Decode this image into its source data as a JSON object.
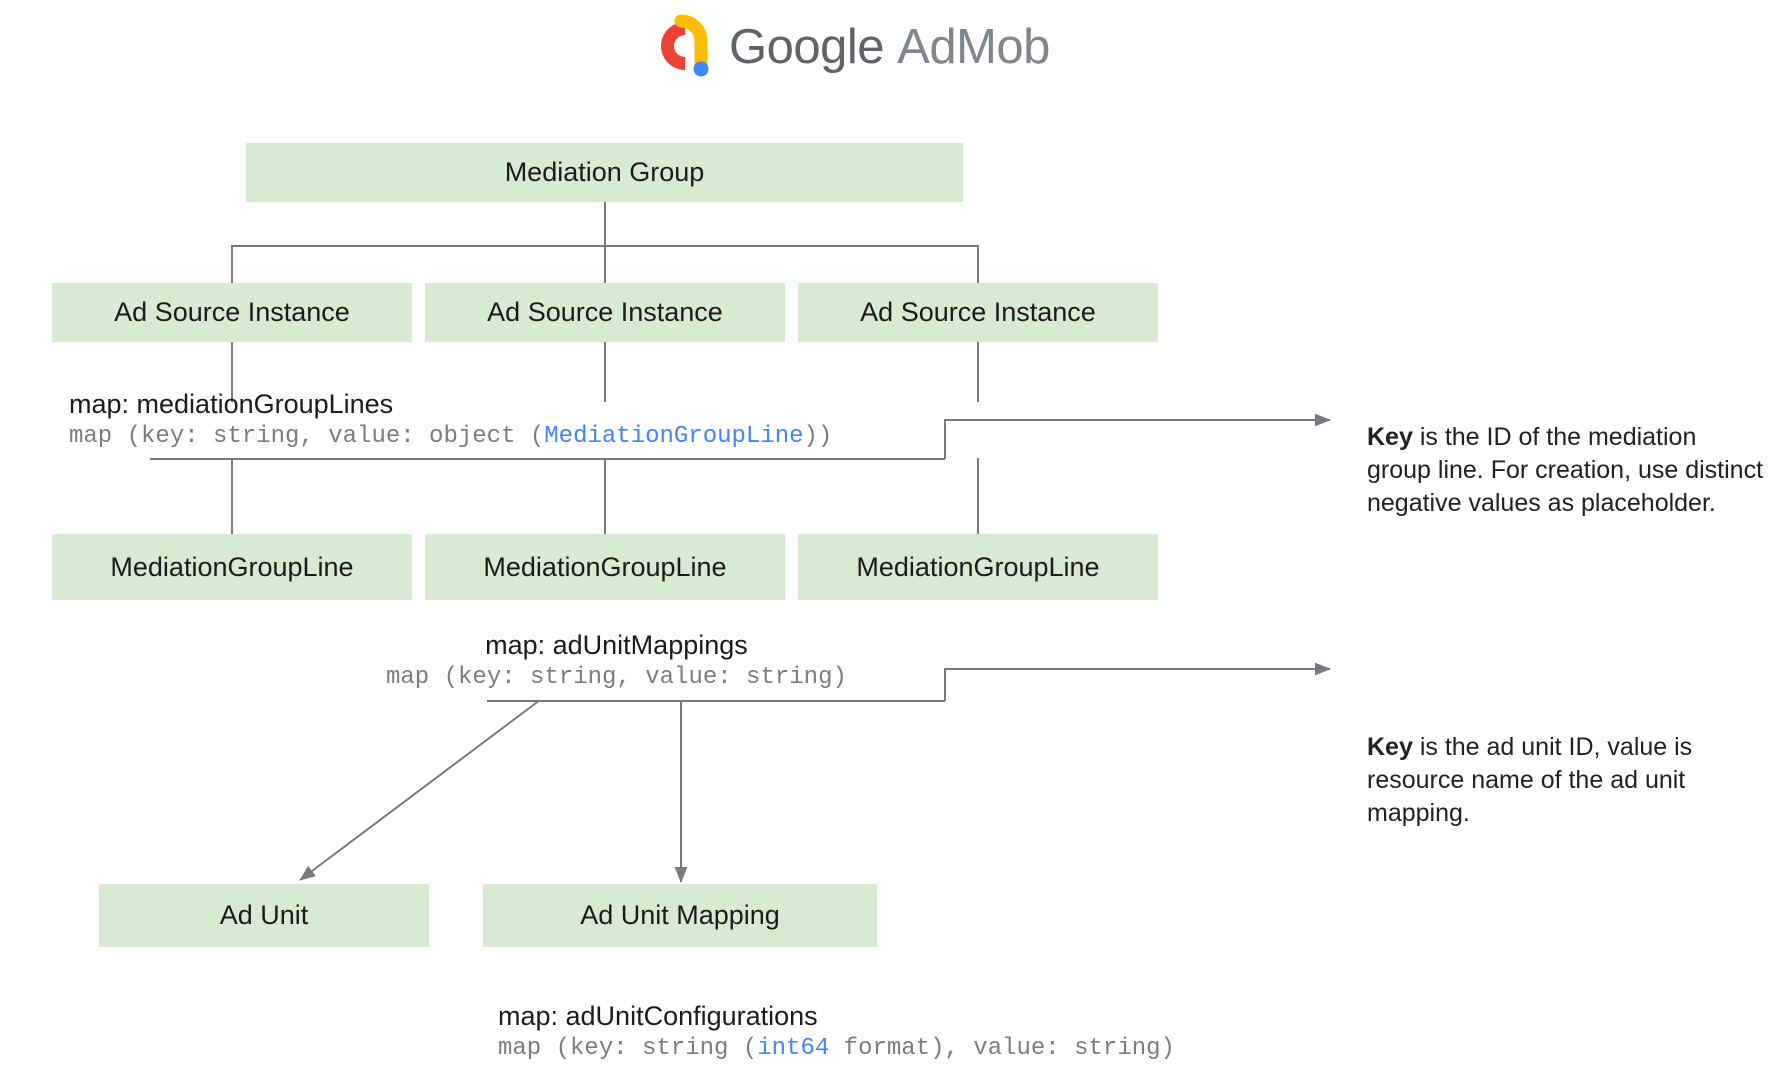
{
  "header": {
    "logo_icon": "admob-logo-icon",
    "brand_primary": "Google",
    "brand_secondary": "AdMob",
    "brand_full": "Google AdMob",
    "colors": {
      "logo_red": "#ea4335",
      "logo_yellow": "#fbbc04",
      "logo_blue": "#4285f4",
      "brand_text": "#5f6368"
    }
  },
  "diagram": {
    "type": "hierarchy-tree",
    "node_fill": "#d9ead3",
    "connector_color": "#78797c",
    "link_color": "#4285f4",
    "nodes": {
      "root": {
        "label": "Mediation Group"
      },
      "ad_source_instances": [
        {
          "label": "Ad Source Instance"
        },
        {
          "label": "Ad Source Instance"
        },
        {
          "label": "Ad Source Instance"
        }
      ],
      "mediation_group_lines": [
        {
          "label": "MediationGroupLine"
        },
        {
          "label": "MediationGroupLine"
        },
        {
          "label": "MediationGroupLine"
        }
      ],
      "ad_unit": {
        "label": "Ad Unit"
      },
      "ad_unit_mapping": {
        "label": "Ad Unit Mapping"
      }
    },
    "map_labels": {
      "mediation_group_lines": {
        "title": "map: mediationGroupLines",
        "sig_prefix": "map (key: string, value: object (",
        "sig_type": "MediationGroupLine",
        "sig_suffix": "))"
      },
      "ad_unit_mappings": {
        "title": "map: adUnitMappings",
        "sig_prefix": "map (key: string, value: string)",
        "sig_type": "",
        "sig_suffix": ""
      },
      "ad_unit_configurations": {
        "title": "map: adUnitConfigurations",
        "sig_prefix": "map (key: string (",
        "sig_type": "int64",
        "sig_suffix": " format), value: string)"
      }
    },
    "notes": [
      {
        "lead": "Key",
        "body": " is the ID of the mediation group line. For creation, use distinct negative values as placeholder."
      },
      {
        "lead": "Key",
        "body": " is the ad unit ID, value is resource name of the ad unit mapping."
      }
    ]
  }
}
